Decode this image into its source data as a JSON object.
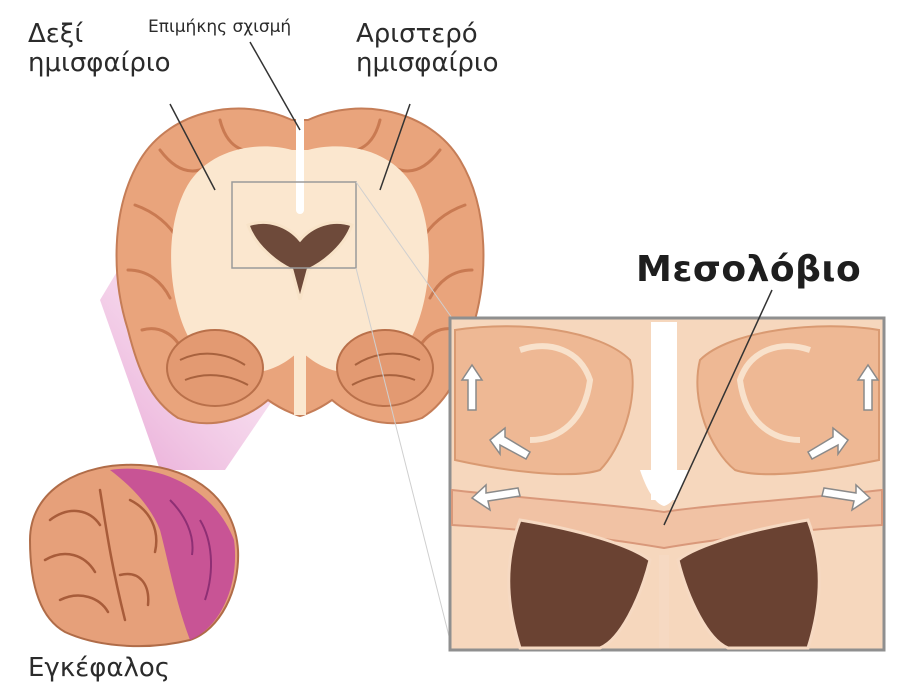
{
  "labels": {
    "right_hemisphere": [
      "Δεξί",
      "ημισφαίριο"
    ],
    "longitudinal_fissure": "Επιμήκης σχισμή",
    "left_hemisphere": [
      "Αριστερό",
      "ημισφαίριο"
    ],
    "corpus_callosum": "Μεσολόβιο",
    "brain": "Εγκέφαλος"
  },
  "colors": {
    "cortex": "#e9a47c",
    "white_matter": "#fbe7cf",
    "ventricle": "#6e4a3a",
    "highlight": "#c2479a",
    "callout_frame": "#8f8f8f",
    "zoom_wedge": "#f3c9e5"
  }
}
